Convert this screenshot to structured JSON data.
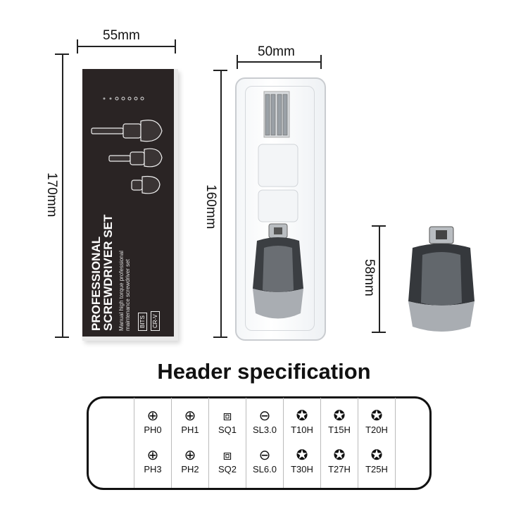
{
  "dimensions": {
    "box_width": "55mm",
    "box_height": "170mm",
    "case_width": "50mm",
    "case_height": "160mm",
    "handle_height": "58mm"
  },
  "box": {
    "title_line1": "PROFESSIONAL",
    "title_line2": "SCREWDRIVER SET",
    "subtitle_line1": "Manual high torque professional",
    "subtitle_line2": "maintenance screwdriver set",
    "badge1": "BITS",
    "badge2": "CR-V"
  },
  "spec": {
    "title": "Header specification",
    "row1": [
      {
        "label": "PH0",
        "icon": "phillips-icon"
      },
      {
        "label": "PH1",
        "icon": "phillips-icon"
      },
      {
        "label": "SQ1",
        "icon": "square-icon"
      },
      {
        "label": "SL3.0",
        "icon": "slotted-icon"
      },
      {
        "label": "T10H",
        "icon": "torx-icon"
      },
      {
        "label": "T15H",
        "icon": "torx-icon"
      },
      {
        "label": "T20H",
        "icon": "torx-icon"
      }
    ],
    "row2": [
      {
        "label": "PH3",
        "icon": "phillips-icon"
      },
      {
        "label": "PH2",
        "icon": "phillips-icon"
      },
      {
        "label": "SQ2",
        "icon": "square-icon"
      },
      {
        "label": "SL6.0",
        "icon": "slotted-icon"
      },
      {
        "label": "T30H",
        "icon": "torx-icon"
      },
      {
        "label": "T27H",
        "icon": "torx-icon"
      },
      {
        "label": "T25H",
        "icon": "torx-icon"
      }
    ]
  }
}
